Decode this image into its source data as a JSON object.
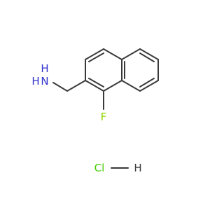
{
  "atoms": {
    "amine_h": "H",
    "amine_n": "N",
    "fluorine": "F",
    "chlorine": "Cl",
    "hcl_h": "H"
  },
  "colors": {
    "bond": "#3a3a3a",
    "nitrogen": "#3333cc",
    "fluorine": "#8fd400",
    "chlorine": "#44cc00",
    "hydrogen_plain": "#3a3a3a"
  }
}
